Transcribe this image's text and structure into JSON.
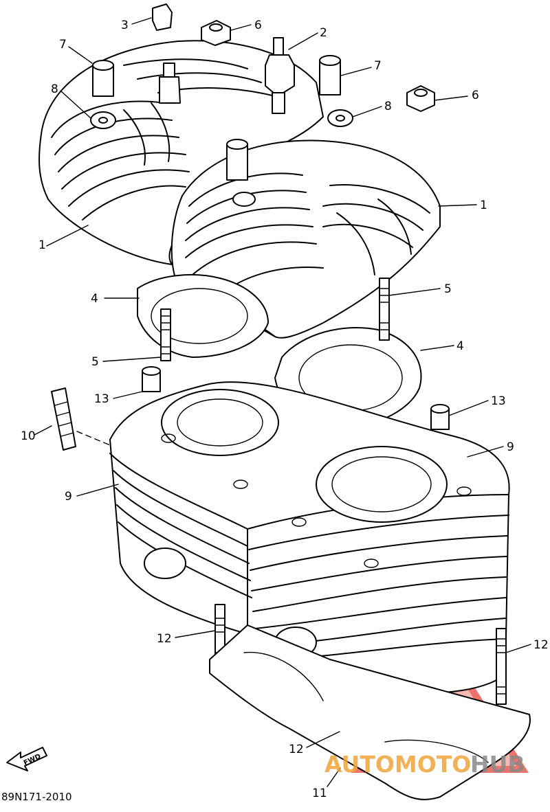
{
  "diagram": {
    "part_code": "89N171-2010",
    "fwd_label": "FWD",
    "callouts": {
      "c1a": "1",
      "c1b": "1",
      "c2": "2",
      "c3": "3",
      "c4a": "4",
      "c4b": "4",
      "c5a": "5",
      "c5b": "5",
      "c6a": "6",
      "c6b": "6",
      "c7a": "7",
      "c7b": "7",
      "c8a": "8",
      "c8b": "8",
      "c9a": "9",
      "c9b": "9",
      "c10": "10",
      "c11": "11",
      "c12a": "12",
      "c12b": "12",
      "c12c": "12",
      "c13a": "13",
      "c13b": "13"
    }
  },
  "watermark": {
    "text_part1": "AUTOMOTO",
    "text_part2": "HUB",
    "color_red": "#e8463c",
    "color_orange": "#f2a43a",
    "color_gray": "#8a8a8a"
  }
}
